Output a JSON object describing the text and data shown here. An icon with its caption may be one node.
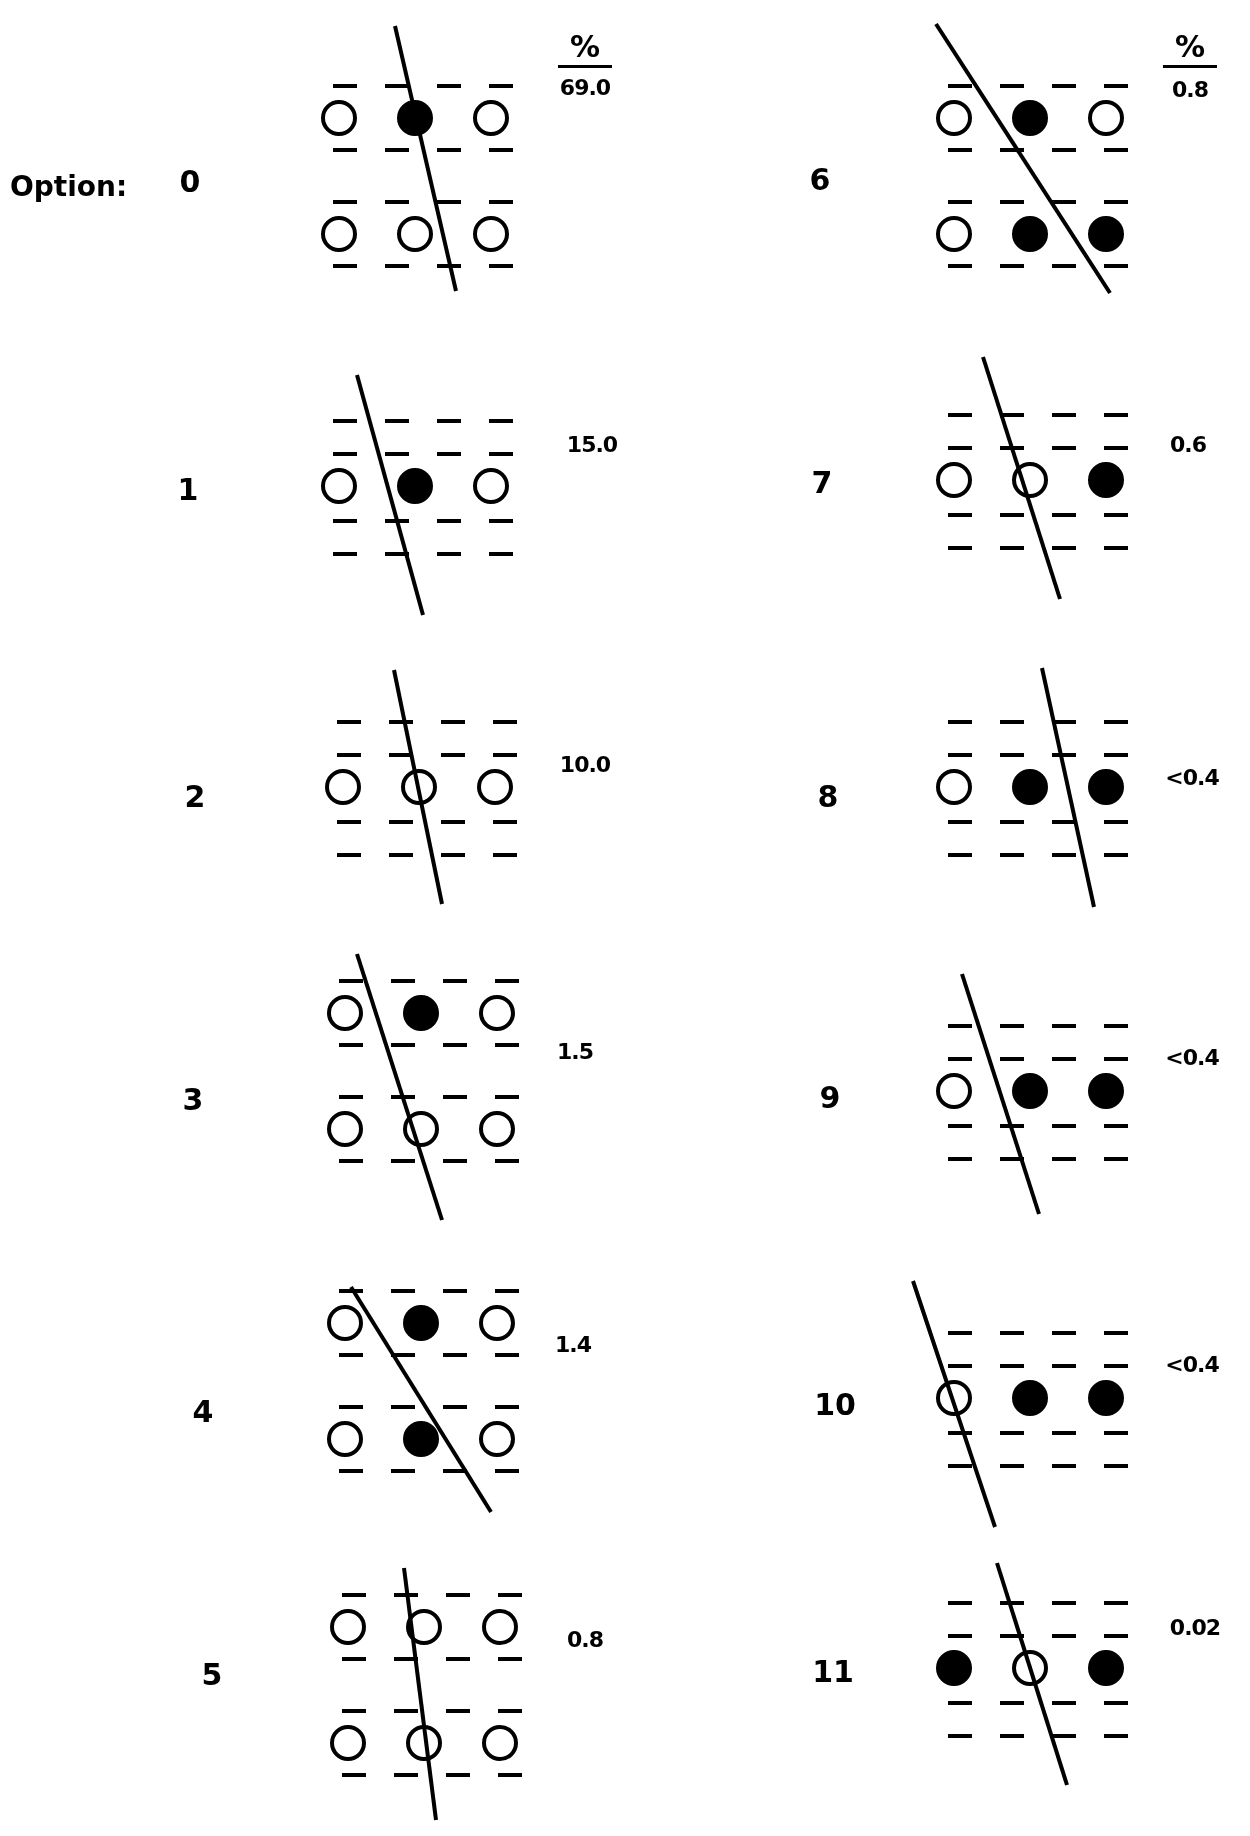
{
  "diagram": {
    "labels": [
      "%",
      "%",
      "69.0",
      "0.8",
      "Option:",
      "0",
      "6",
      "1",
      "15.0",
      "7",
      "0.6",
      "2",
      "10.0",
      "8",
      "<0.4",
      "3",
      "1.5",
      "9",
      "<0.4",
      "4",
      "1.4",
      "10",
      "<0.4",
      "5",
      "0.8",
      "11",
      "0.02"
    ]
  }
}
